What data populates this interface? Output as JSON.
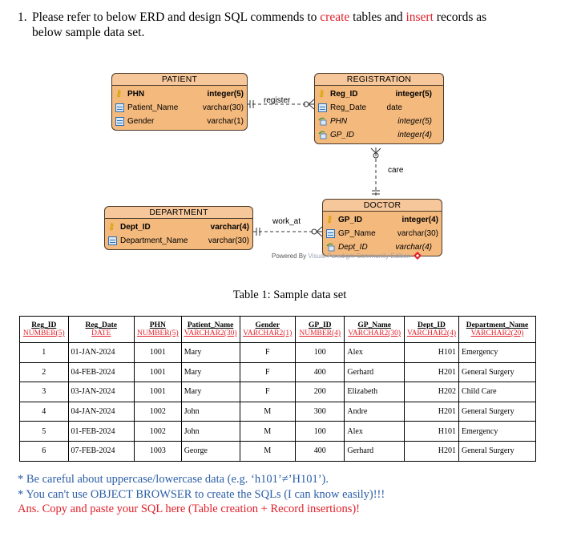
{
  "question": {
    "number": "1.",
    "part1": "Please refer to below ERD and design SQL commends to ",
    "word_create": "create",
    "part2": " tables and ",
    "word_insert": "insert",
    "part3": " records as",
    "line2": "below sample data set."
  },
  "erd": {
    "patient": {
      "title": "PATIENT",
      "attrs": [
        {
          "name": "PHN",
          "type": "integer(5)"
        },
        {
          "name": "Patient_Name",
          "type": "varchar(30)"
        },
        {
          "name": "Gender",
          "type": "varchar(1)"
        }
      ]
    },
    "registration": {
      "title": "REGISTRATION",
      "attrs": [
        {
          "name": "Reg_ID",
          "type": "integer(5)"
        },
        {
          "name": "Reg_Date",
          "type": "date"
        },
        {
          "name": "PHN",
          "type": "integer(5)"
        },
        {
          "name": "GP_ID",
          "type": "integer(4)"
        }
      ]
    },
    "department": {
      "title": "DEPARTMENT",
      "attrs": [
        {
          "name": "Dept_ID",
          "type": "varchar(4)"
        },
        {
          "name": "Department_Name",
          "type": "varchar(30)"
        }
      ]
    },
    "doctor": {
      "title": "DOCTOR",
      "attrs": [
        {
          "name": "GP_ID",
          "type": "integer(4)"
        },
        {
          "name": "GP_Name",
          "type": "varchar(30)"
        },
        {
          "name": "Dept_ID",
          "type": "varchar(4)"
        }
      ]
    },
    "relationships": {
      "register": "register",
      "care": "care",
      "work_at": "work_at"
    },
    "watermark": {
      "prefix": "Powered By ",
      "brand": "Visual Paradigm Community Edition"
    }
  },
  "caption": "Table 1: Sample data set",
  "table": {
    "headers": [
      {
        "name": "Reg_ID",
        "type": "NUMBER(5)"
      },
      {
        "name": "Reg_Date",
        "type": "DATE"
      },
      {
        "name": "PHN",
        "type": "NUMBER(5)"
      },
      {
        "name": "Patient_Name",
        "type": "VARCHAR2(30)"
      },
      {
        "name": "Gender",
        "type": "VARCHAR2(1)"
      },
      {
        "name": "GP_ID",
        "type": "NUMBER(4)"
      },
      {
        "name": "GP_Name",
        "type": "VARCHAR2(30)"
      },
      {
        "name": "Dept_ID",
        "type": "VARCHAR2(4)"
      },
      {
        "name": "Department_Name",
        "type": "VARCHAR2(20)"
      }
    ],
    "rows": [
      [
        "1",
        "01-JAN-2024",
        "1001",
        "Mary",
        "F",
        "100",
        "Alex",
        "H101",
        "Emergency"
      ],
      [
        "2",
        "04-FEB-2024",
        "1001",
        "Mary",
        "F",
        "400",
        "Gerhard",
        "H201",
        "General Surgery"
      ],
      [
        "3",
        "03-JAN-2024",
        "1001",
        "Mary",
        "F",
        "200",
        "Elizabeth",
        "H202",
        "Child Care"
      ],
      [
        "4",
        "04-JAN-2024",
        "1002",
        "John",
        "M",
        "300",
        "Andre",
        "H201",
        "General Surgery"
      ],
      [
        "5",
        "01-FEB-2024",
        "1002",
        "John",
        "M",
        "100",
        "Alex",
        "H101",
        "Emergency"
      ],
      [
        "6",
        "07-FEB-2024",
        "1003",
        "George",
        "M",
        "400",
        "Gerhard",
        "H201",
        "General Surgery"
      ]
    ]
  },
  "notes": {
    "note1": "* Be careful about uppercase/lowercase data (e.g. ‘h101’≠’H101’).",
    "note2": "* You can't use OBJECT BROWSER to create the SQLs (I can know easily)!!!",
    "answer": "Ans. Copy and paste your SQL here (Table creation + Record insertions)!"
  },
  "colors": {
    "highlight_red": "#e0202a",
    "note_blue": "#2b5ea7",
    "entity_fill": "#f4b97d",
    "entity_title_fill": "#f6c79a"
  }
}
